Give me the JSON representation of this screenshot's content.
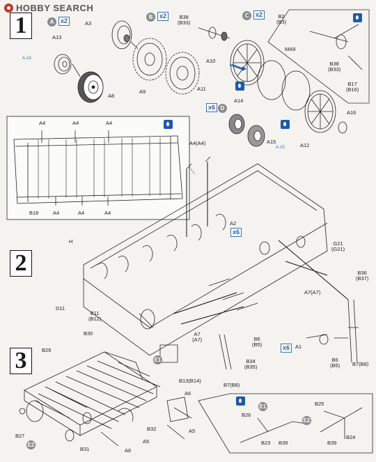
{
  "watermark": {
    "text": "HOBBY SEARCH"
  },
  "steps": [
    "1",
    "2",
    "3"
  ],
  "step1": {
    "circles": [
      {
        "id": "A",
        "mult": "x2"
      },
      {
        "id": "B",
        "mult": "x2"
      },
      {
        "id": "C",
        "mult": "x2"
      },
      {
        "id": "D",
        "mult": "x6"
      }
    ],
    "labels": {
      "a13": "A13",
      "a3": "A3",
      "a8": "A8",
      "a9": "A9",
      "a11": "A11",
      "b38": "B38",
      "b38p": "(B33)",
      "a10": "A10",
      "ma9": "MA9",
      "b2": "B2",
      "b2p": "(B3)",
      "b38b": "B38",
      "b38bp": "(B33)",
      "b17": "B17",
      "b17p": "(B16)",
      "a14": "A14",
      "a15": "A15",
      "a12": "A12",
      "a16": "A16"
    },
    "partno_a13": "A-13",
    "partno_a15": "A-15",
    "inset": {
      "a4": "A4",
      "b18": "B18"
    }
  },
  "step2": {
    "a4a4": "A4(A4)",
    "a2": "A2",
    "a2mult": "x6",
    "h": "H",
    "g21": "G21",
    "g21p": "(G21)",
    "b36": "B36",
    "b36p": "(B37)",
    "a7a7": "A7(A7)",
    "d11": "D11",
    "b11": "B11",
    "b11p": "(B12)",
    "a7": "A7",
    "a7p": "(A7)",
    "b6": "B6",
    "b6p": "(B5)",
    "a1": "A1",
    "a1mult": "x6",
    "b7": "B7(B8)",
    "b34": "B34",
    "b34p": "(B35)",
    "b7b": "B7(B8)"
  },
  "step3": {
    "b30": "B30",
    "b29": "B29",
    "e1": "E1",
    "b13": "B13(B14)",
    "a6": "A6",
    "a5": "A5",
    "b32": "B32",
    "b27": "B27",
    "e2": "E2",
    "b31": "B31",
    "b25": "B25",
    "b26": "B26",
    "b23": "B23",
    "b39": "B39",
    "b24": "B24",
    "b39b": "B39"
  }
}
